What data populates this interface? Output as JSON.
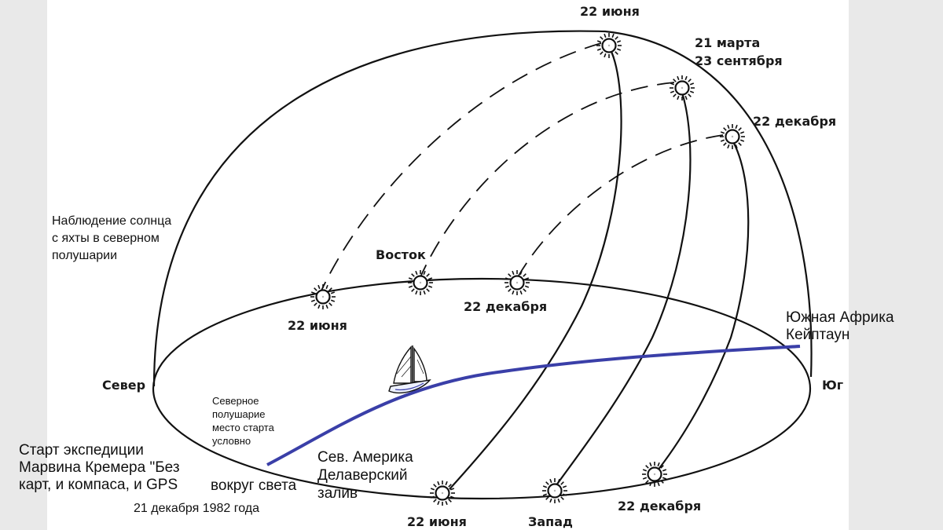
{
  "labels": {
    "top_june": "22 июня",
    "march": "21 марта",
    "september": "23 сентября",
    "top_december": "22 декабря",
    "east": "Восток",
    "east_june": "22 июня",
    "east_december": "22 декабря",
    "north": "Север",
    "south": "Юг",
    "west": "Запад",
    "west_june": "22 июня",
    "west_december": "22 декабря"
  },
  "notes": {
    "observation": [
      "Наблюдение солнца",
      "с яхты в северном",
      "полушарии"
    ],
    "south_africa": [
      "Южная Африка",
      "Кейптаун"
    ],
    "north_hemisphere": [
      "Северное",
      "полушарие",
      "место старта",
      "условно"
    ],
    "north_america": [
      "Сев. Америка",
      "Делаверский",
      "залив"
    ],
    "expedition": [
      "Старт экспедиции",
      "Марвина Кремера \"Без",
      "карт, и компаса, и GPS"
    ],
    "around_world": "вокруг света",
    "date": "21 декабря 1982 года"
  },
  "colors": {
    "route": "#3a3fa8",
    "background": "#e9e9e9",
    "paper": "#ffffff",
    "ink": "#111111"
  },
  "icons": {
    "sun": "sun-icon",
    "yacht": "sailboat-icon"
  }
}
